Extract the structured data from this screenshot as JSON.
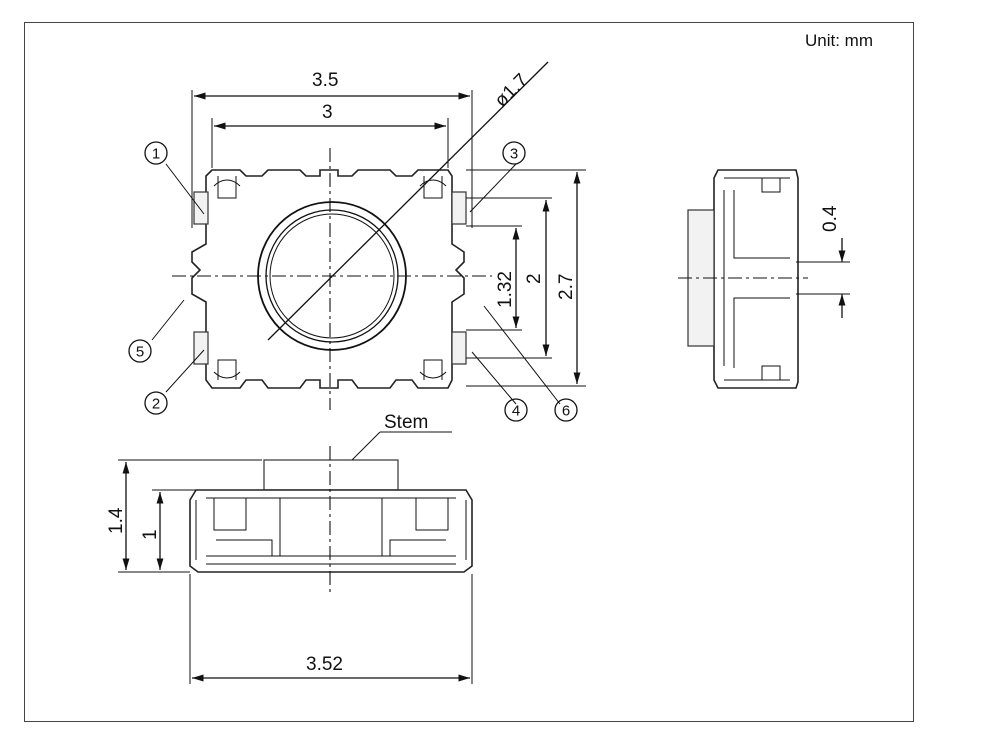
{
  "unit_label": "Unit: mm",
  "dimensions": {
    "width_outer": "3.5",
    "width_inner": "3",
    "diameter": "ø1.7",
    "h_132": "1.32",
    "h_2": "2",
    "h_27": "2.7",
    "side_04": "0.4",
    "height_14": "1.4",
    "height_1": "1",
    "bottom_width": "3.52"
  },
  "stem_label": "Stem",
  "terminals": [
    "1",
    "2",
    "3",
    "4",
    "5",
    "6"
  ],
  "colors": {
    "line": "#111111",
    "background": "#ffffff",
    "frame": "#444444"
  }
}
